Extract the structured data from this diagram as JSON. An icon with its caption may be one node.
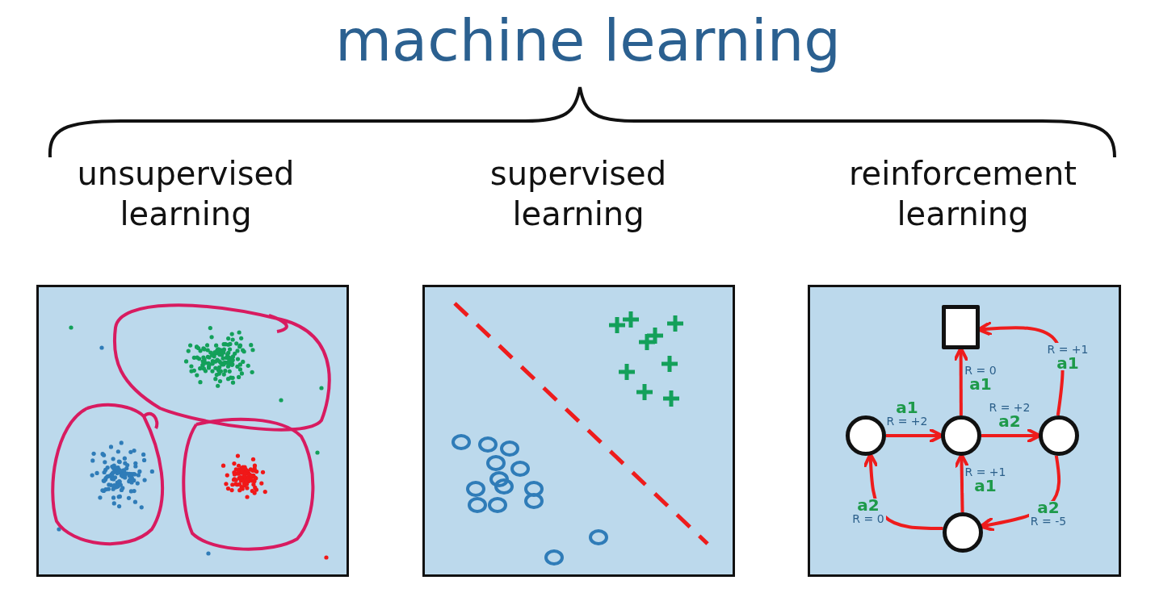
{
  "diagram": {
    "title": "machine learning",
    "nodes": [
      {
        "text": [
          "unsupervised learning"
        ]
      },
      {
        "text": [
          "supervised learning"
        ]
      },
      {
        "text": [
          "reinforcement learning"
        ]
      },
      {
        "text": [],
        "shape": "box",
        "in": 2
      },
      {
        "text": [],
        "shape": "circle",
        "in": 2
      },
      {
        "text": [],
        "shape": "circle",
        "in": 2
      },
      {
        "text": [],
        "shape": "circle",
        "in": 2
      },
      {
        "text": [],
        "shape": "circle",
        "in": 2
      }
    ],
    "edges": [
      {
        "from": 4,
        "to": 5,
        "arrow": "to",
        "label": "a1 R = +2"
      },
      {
        "from": 5,
        "to": 3,
        "arrow": "to",
        "label": "R = 0 a1"
      },
      {
        "from": 5,
        "to": 6,
        "arrow": "to",
        "label": "R = +2 a2"
      },
      {
        "from": 6,
        "to": 3,
        "arrow": "to",
        "label": "R = +1 a1"
      },
      {
        "from": 7,
        "to": 5,
        "arrow": "to",
        "label": "R = +1 a1"
      },
      {
        "from": 6,
        "to": 7,
        "arrow": "to",
        "label": "a2 R = -5"
      },
      {
        "from": 7,
        "to": 4,
        "arrow": "to",
        "label": "a2 R = 0"
      }
    ]
  }
}
